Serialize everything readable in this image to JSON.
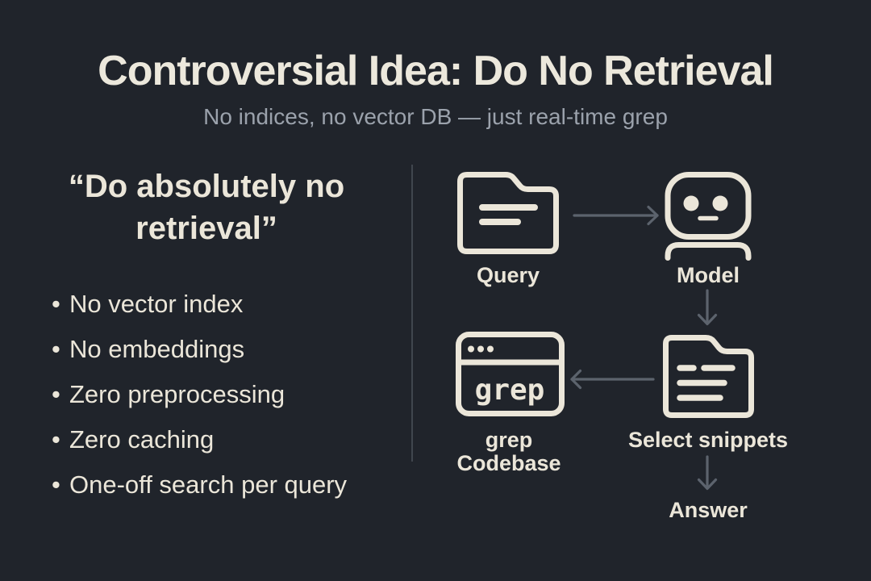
{
  "colors": {
    "background": "#20242b",
    "cream": "#ebe6d9",
    "title": "#ece8dc",
    "subtitle_gray": "#9ba2ac",
    "arrow_gray": "#5c636d",
    "divider": "#40464e"
  },
  "header": {
    "title": "Controversial Idea: Do No Retrieval",
    "subtitle": "No indices, no vector DB — just real-time grep"
  },
  "left_panel": {
    "quote": "“Do absolutely no retrieval”",
    "bullets": [
      "No vector index",
      "No embeddings",
      "Zero preprocessing",
      "Zero caching",
      "One-off search per query"
    ]
  },
  "diagram": {
    "nodes": {
      "query": {
        "label": "Query",
        "icon": "folder-icon"
      },
      "model": {
        "label": "Model",
        "icon": "robot-icon"
      },
      "grep": {
        "label_line1": "grep",
        "label_line2": "Codebase",
        "window_text": "grep",
        "icon": "terminal-window-icon"
      },
      "snippets": {
        "label": "Select snippets",
        "icon": "folder-snippets-icon"
      },
      "answer": {
        "label": "Answer"
      }
    }
  }
}
